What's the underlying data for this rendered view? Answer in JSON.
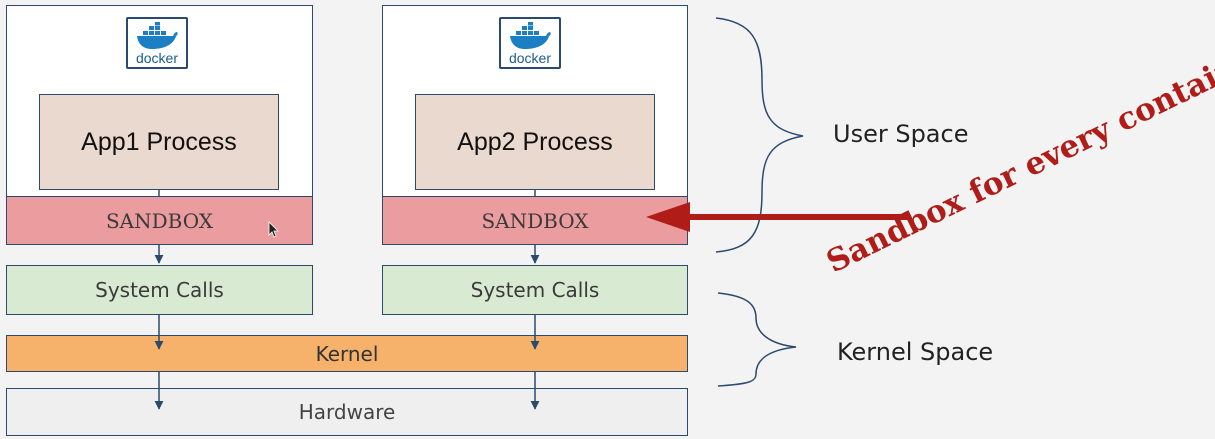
{
  "containers": [
    {
      "logo_text": "docker",
      "process_label": "App1 Process",
      "sandbox_label": "SANDBOX",
      "syscalls_label": "System Calls"
    },
    {
      "logo_text": "docker",
      "process_label": "App2 Process",
      "sandbox_label": "SANDBOX",
      "syscalls_label": "System Calls"
    }
  ],
  "kernel_label": "Kernel",
  "hardware_label": "Hardware",
  "user_space_label": "User Space",
  "kernel_space_label": "Kernel Space",
  "annotation_text": "Sandbox for every container",
  "colors": {
    "sandbox": "#eb9c9e",
    "syscalls": "#d9ead3",
    "kernel": "#f6b26b",
    "hardware": "#efefef",
    "process": "#ead9cf",
    "annotation": "#b01c18",
    "lines": "#2c4a6e"
  }
}
